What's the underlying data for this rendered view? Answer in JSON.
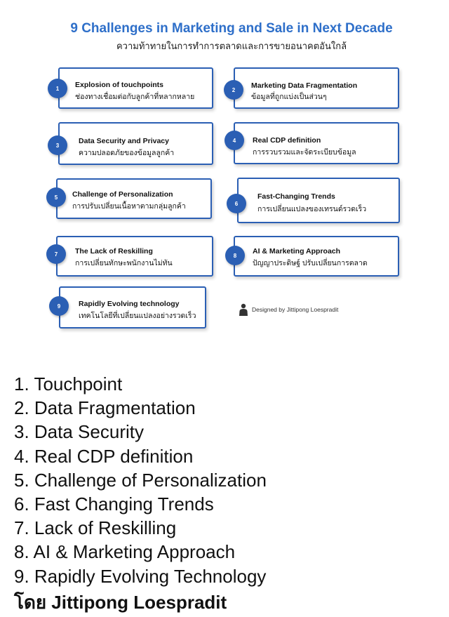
{
  "header": {
    "title": "9 Challenges in Marketing and Sale in Next Decade",
    "subtitle": "ความท้าทายในการทำการตลาดและการขายอนาคตอันใกล้"
  },
  "cards": [
    {
      "num": "1",
      "title": "Explosion of touchpoints",
      "sub": "ช่องทางเชื่อมต่อกับลูกค้าที่หลากหลาย"
    },
    {
      "num": "2",
      "title": "Marketing Data Fragmentation",
      "sub": "ข้อมูลที่ถูกแบ่งเป็นส่วนๆ"
    },
    {
      "num": "3",
      "title": "Data Security and Privacy",
      "sub": "ความปลอดภัยของข้อมูลลูกค้า"
    },
    {
      "num": "4",
      "title": "Real CDP definition",
      "sub": "การรวบรวมและจัดระเบียบข้อมูล"
    },
    {
      "num": "5",
      "title": "Challenge of Personalization",
      "sub": "การปรับเปลี่ยนเนื้อหาตามกลุ่มลูกค้า"
    },
    {
      "num": "6",
      "title": "Fast-Changing Trends",
      "sub": "การเปลี่ยนแปลงของเทรนด์รวดเร็ว"
    },
    {
      "num": "7",
      "title": "The Lack of Reskilling",
      "sub": "การเปลี่ยนทักษะพนักงานไม่ทัน"
    },
    {
      "num": "8",
      "title": "AI & Marketing Approach",
      "sub": "ปัญญาประดิษฐ์ ปรับเปลี่ยนการตลาด"
    },
    {
      "num": "9",
      "title": "Rapidly Evolving technology",
      "sub": "เทคโนโลยีที่เปลี่ยนแปลงอย่างรวดเร็ว"
    }
  ],
  "credit": {
    "text": "Designed by Jittipong Loespradit"
  },
  "list": [
    "1. Touchpoint",
    "2. Data Fragmentation",
    "3. Data Security",
    "4. Real CDP definition",
    "5. Challenge of Personalization",
    "6. Fast Changing Trends",
    "7. Lack of Reskilling",
    "8. AI & Marketing Approach",
    "9. Rapidly Evolving Technology"
  ],
  "cutoff_line": "โดย Jittipong Loespradit",
  "colors": {
    "title_blue": "#2e6fc9",
    "card_border": "#2b5fb4",
    "badge": "#2b5fb4"
  }
}
